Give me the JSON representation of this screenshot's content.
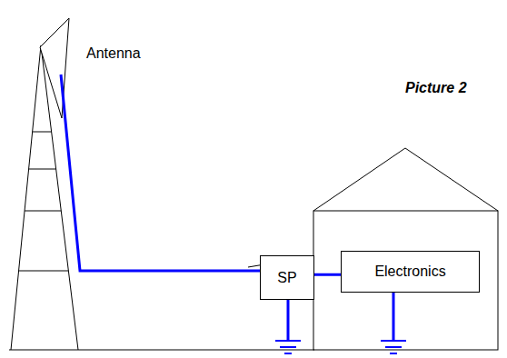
{
  "diagram": {
    "nodes": [
      {
        "text": [
          "SP"
        ]
      },
      {
        "text": [
          "Electronics"
        ]
      }
    ],
    "edges": [
      {
        "from": 0,
        "to": 1,
        "arrow": "none"
      }
    ],
    "labels": [
      "Antenna",
      "Picture 2"
    ]
  }
}
